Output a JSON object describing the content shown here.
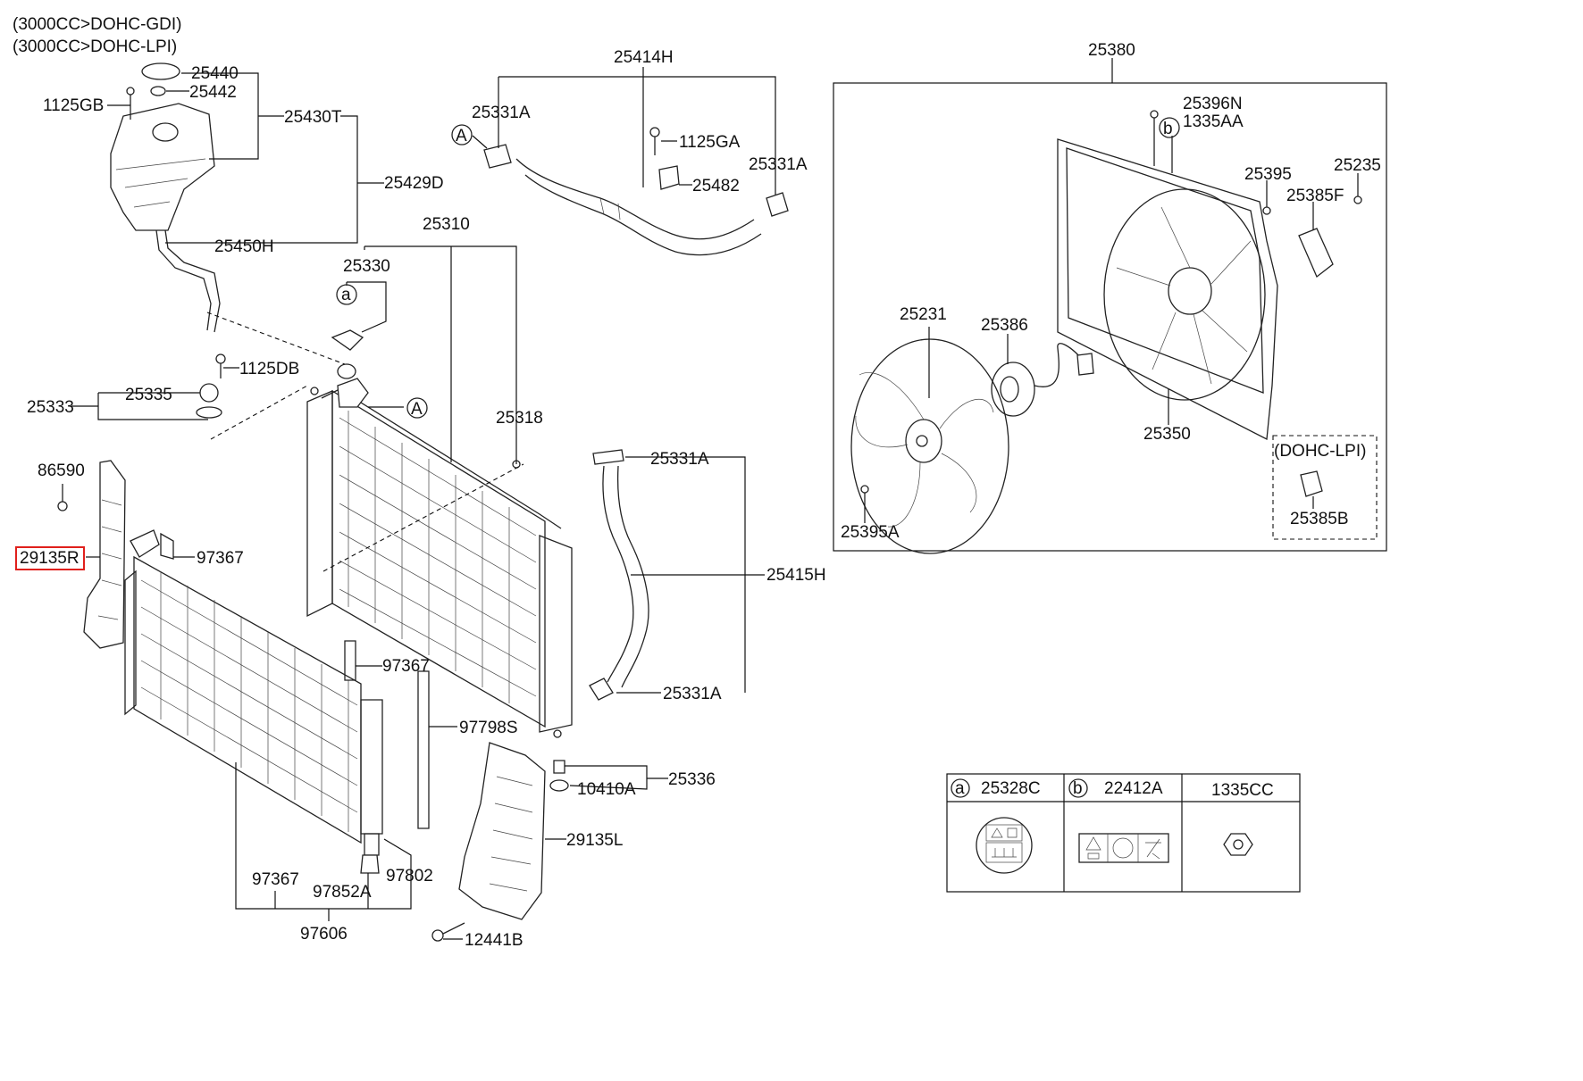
{
  "header": {
    "engine_line1": "(3000CC>DOHC-GDI)",
    "engine_line2": "(3000CC>DOHC-LPI)"
  },
  "labels": {
    "p25440": "25440",
    "p25442": "25442",
    "p1125GB": "1125GB",
    "p25430T": "25430T",
    "p25429D": "25429D",
    "p25450H": "25450H",
    "p25414H": "25414H",
    "p25331A_top_left": "25331A",
    "p25331A_top_right": "25331A",
    "p1125GA": "1125GA",
    "p25482": "25482",
    "p25310": "25310",
    "p25330": "25330",
    "p1125DB": "1125DB",
    "p25335": "25335",
    "p25333": "25333",
    "p25318": "25318",
    "p25331A_mid": "25331A",
    "p86590": "86590",
    "p29135R": "29135R",
    "p97367_top": "97367",
    "p25415H": "25415H",
    "p97367_mid": "97367",
    "p25331A_low": "25331A",
    "p97798S": "97798S",
    "p25336": "25336",
    "p10410A": "10410A",
    "p29135L": "29135L",
    "p97367_bottom": "97367",
    "p97802": "97802",
    "p97852A": "97852A",
    "p97606": "97606",
    "p12441B": "12441B",
    "p25380": "25380",
    "p25396N": "25396N",
    "p1335AA": "1335AA",
    "p25395": "25395",
    "p25235": "25235",
    "p25385F": "25385F",
    "p25231": "25231",
    "p25386": "25386",
    "p25350": "25350",
    "p25395A": "25395A",
    "lpi_note": "(DOHC-LPI)",
    "p25385B": "25385B"
  },
  "callouts": {
    "A": "A",
    "a": "a",
    "b": "b"
  },
  "legend": {
    "col1_marker": "a",
    "col1_part": "25328C",
    "col2_marker": "b",
    "col2_part": "22412A",
    "col3_part": "1335CC"
  },
  "highlight": {
    "part": "29135R",
    "color": "#e0201c"
  }
}
